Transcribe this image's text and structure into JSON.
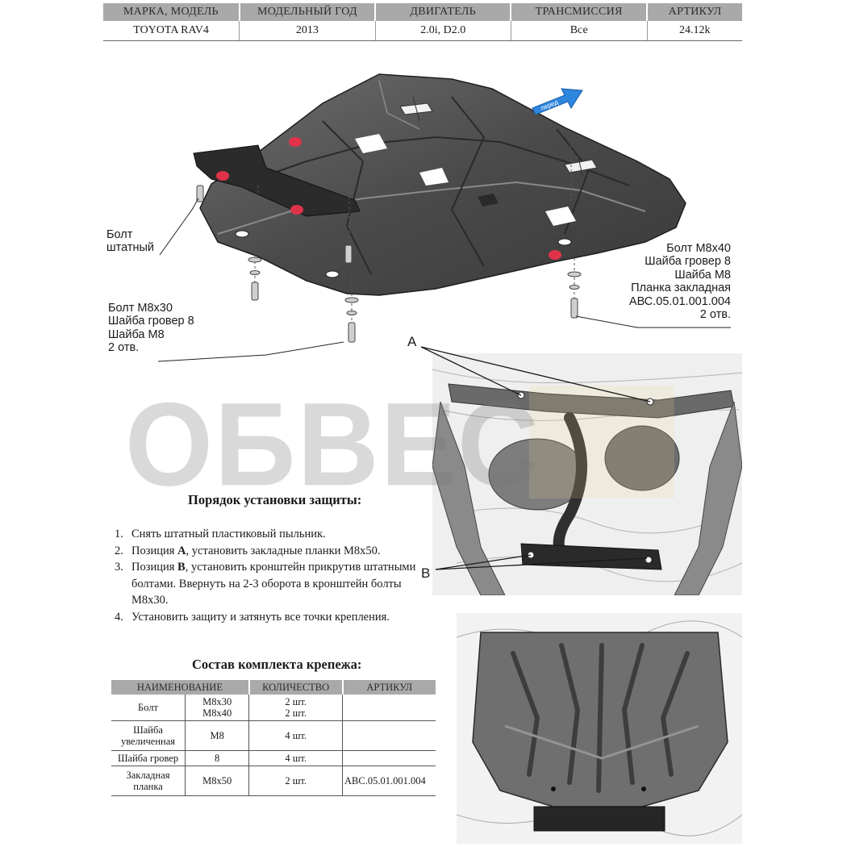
{
  "spec_table": {
    "headers": [
      "МАРКА, МОДЕЛЬ",
      "МОДЕЛЬНЫЙ ГОД",
      "ДВИГАТЕЛЬ",
      "ТРАНСМИССИЯ",
      "АРТИКУЛ"
    ],
    "values": [
      "TOYOTA RAV4",
      "2013",
      "2.0i, D2.0",
      "Все",
      "24.12k"
    ]
  },
  "diagram": {
    "forward_arrow_label": "перед",
    "callout_standard_bolt": [
      "Болт",
      "штатный"
    ],
    "callout_m8x30": [
      "Болт М8х30",
      "Шайба гровер 8",
      "Шайба М8",
      "2 отв."
    ],
    "callout_m8x40": [
      "Болт М8х40",
      "Шайба гровер 8",
      "Шайба М8",
      "Планка закладная",
      "АВС.05.01.001.004",
      "2 отв."
    ]
  },
  "photo_labels": {
    "a": "A",
    "b": "B"
  },
  "watermark": "ОБВЕС",
  "installation": {
    "title": "Порядок установки защиты:",
    "steps": [
      {
        "num": "1.",
        "pre": "Снять штатный пластиковый пыльник.",
        "bold": "",
        "post": ""
      },
      {
        "num": "2.",
        "pre": "Позиция ",
        "bold": "А",
        "post": ", установить закладные планки М8х50."
      },
      {
        "num": "3.",
        "pre": "Позиция ",
        "bold": "В",
        "post": ", установить кронштейн прикрутив штатными болтами. Ввернуть на 2-3 оборота в кронштейн болты М8х30."
      },
      {
        "num": "4.",
        "pre": "Установить защиту и затянуть все точки крепления.",
        "bold": "",
        "post": ""
      }
    ]
  },
  "kit": {
    "title": "Состав комплекта крепежа:",
    "headers": [
      "НАИМЕНОВАНИЕ",
      "КОЛИЧЕСТВО",
      "АРТИКУЛ"
    ],
    "rows": [
      {
        "name": "Болт",
        "size1": "М8х30",
        "size2": "М8х40",
        "qty1": "2 шт.",
        "qty2": "2 шт.",
        "article": ""
      },
      {
        "name": "Шайба увеличенная",
        "size1": "М8",
        "size2": "",
        "qty1": "4 шт.",
        "qty2": "",
        "article": ""
      },
      {
        "name": "Шайба гровер",
        "size1": "8",
        "size2": "",
        "qty1": "4 шт.",
        "qty2": "",
        "article": ""
      },
      {
        "name": "Закладная планка",
        "size1": "М8х50",
        "size2": "",
        "qty1": "2 шт.",
        "qty2": "",
        "article": "АВС.05.01.001.004"
      }
    ]
  }
}
